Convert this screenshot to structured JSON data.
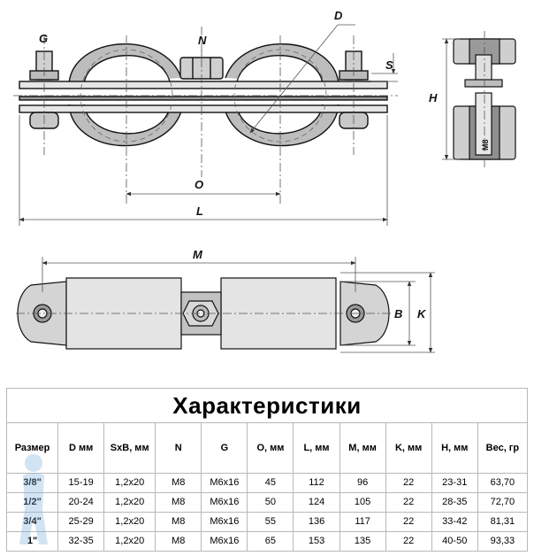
{
  "drawing": {
    "labels": {
      "g": "G",
      "n": "N",
      "d": "D",
      "s": "S",
      "h": "H",
      "o": "O",
      "l": "L",
      "m": "M",
      "b": "B",
      "k": "K",
      "thread_mark": "M8"
    }
  },
  "table": {
    "title": "Характеристики",
    "headers": [
      "Размер",
      "D мм",
      "SxB, мм",
      "N",
      "G",
      "O, мм",
      "L, мм",
      "M, мм",
      "K, мм",
      "H, мм",
      "Вес, гр"
    ],
    "rows": [
      [
        "3/8\"",
        "15-19",
        "1,2x20",
        "M8",
        "M6x16",
        "45",
        "112",
        "96",
        "22",
        "23-31",
        "63,70"
      ],
      [
        "1/2\"",
        "20-24",
        "1,2x20",
        "M8",
        "M6x16",
        "50",
        "124",
        "105",
        "22",
        "28-35",
        "72,70"
      ],
      [
        "3/4\"",
        "25-29",
        "1,2x20",
        "M8",
        "M6x16",
        "55",
        "136",
        "117",
        "22",
        "33-42",
        "81,31"
      ],
      [
        "1\"",
        "32-35",
        "1,2x20",
        "M8",
        "M6x16",
        "65",
        "153",
        "135",
        "22",
        "40-50",
        "93,33"
      ]
    ]
  }
}
